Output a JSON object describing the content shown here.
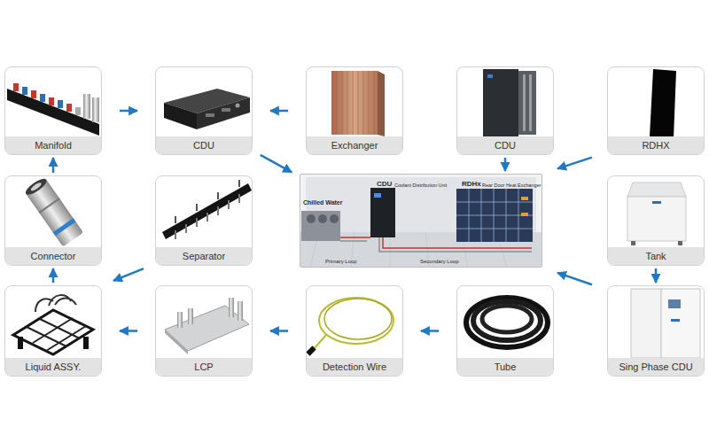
{
  "diagram": {
    "nodes": [
      {
        "text": [
          "Manifold"
        ]
      },
      {
        "text": [
          "CDU"
        ]
      },
      {
        "text": [
          "Exchanger"
        ]
      },
      {
        "text": [
          "CDU"
        ]
      },
      {
        "text": [
          "RDHX"
        ]
      },
      {
        "text": [
          "Connector"
        ]
      },
      {
        "text": [
          "Separator"
        ]
      },
      {
        "text": [
          "Chilled Water",
          "CDU",
          "Coolant Distribution Unit",
          "RDHx",
          "Rear Door Heat Exchanger",
          "Primary Loop",
          "Secondary Loop"
        ]
      },
      {
        "text": [
          "Tank"
        ]
      },
      {
        "text": [
          "Liquid ASSY."
        ]
      },
      {
        "text": [
          "LCP"
        ]
      },
      {
        "text": [
          "Detection Wire"
        ]
      },
      {
        "text": [
          "Tube"
        ]
      },
      {
        "text": [
          "Sing Phase CDU"
        ]
      }
    ],
    "edges": [
      {
        "from": 0,
        "to": 1,
        "arrow": "to"
      },
      {
        "from": 2,
        "to": 1,
        "arrow": "to"
      },
      {
        "from": 1,
        "to": 7,
        "arrow": "to"
      },
      {
        "from": 3,
        "to": 7,
        "arrow": "to"
      },
      {
        "from": 4,
        "to": 7,
        "arrow": "to"
      },
      {
        "from": 5,
        "to": 0,
        "arrow": "to"
      },
      {
        "from": 9,
        "to": 5,
        "arrow": "to"
      },
      {
        "from": 6,
        "to": 9,
        "arrow": "to"
      },
      {
        "from": 10,
        "to": 9,
        "arrow": "to"
      },
      {
        "from": 11,
        "to": 10,
        "arrow": "to"
      },
      {
        "from": 12,
        "to": 11,
        "arrow": "to"
      },
      {
        "from": 13,
        "to": 7,
        "arrow": "to"
      },
      {
        "from": 8,
        "to": 13,
        "arrow": "to"
      }
    ]
  }
}
